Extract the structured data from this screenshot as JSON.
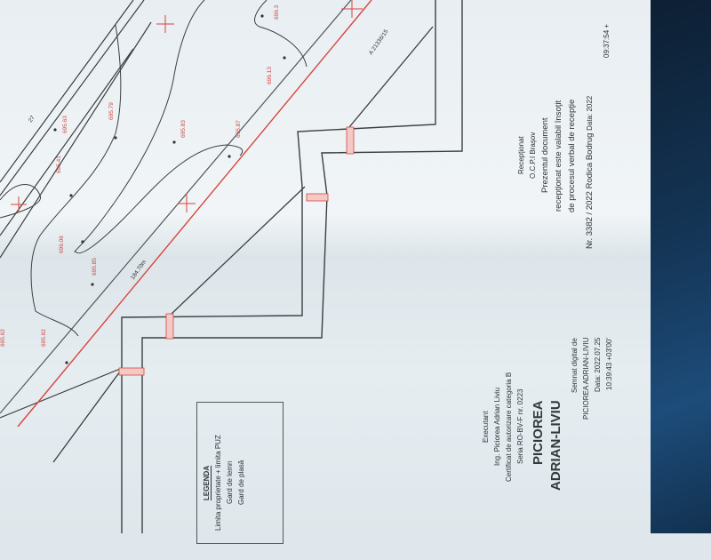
{
  "plan": {
    "elevations": [
      "695.63",
      "695.79",
      "695.41",
      "695.83",
      "695.87",
      "696.13",
      "696.06",
      "695.85",
      "695.82",
      "696.3",
      "695.62"
    ],
    "segment_length": "184.70m",
    "parcel_code": "A 21336/15",
    "road_mark": "27",
    "colors": {
      "boundary": "#d9443c",
      "lines": "#3b3f42",
      "paper": "#e6edf1",
      "backdrop": "#143556"
    }
  },
  "legend": {
    "title": "LEGENDA",
    "items": [
      "Limita proprietate + limita PUZ",
      "Gard de lemn",
      "Gard de plasă"
    ]
  },
  "executant": {
    "lines": [
      "Executant",
      "Ing. Piciorea Adrian Liviu",
      "Certificat de autorizare categoria B",
      "Seria RO-BV-F nr. 0223"
    ]
  },
  "signature": {
    "name_line1": "PICIOREA",
    "name_line2": "ADRIAN-LIVIU",
    "details": [
      "Semnat digital de",
      "PICIOREA ADRIAN-LIVIU",
      "Data: 2022.07.25",
      "10:39:43 +03'00'"
    ]
  },
  "reception": {
    "lines": [
      "Recepţionat",
      "O.C.P.I Braşov",
      "Prezentul document",
      "recepţionat este valabil însoţit",
      "de procesul verbal de recepţie"
    ],
    "number": "Nr. 3382 / 2022",
    "signer": "Rodica Bodrug",
    "date": "Data: 2022",
    "time": "09:37:54 +"
  }
}
